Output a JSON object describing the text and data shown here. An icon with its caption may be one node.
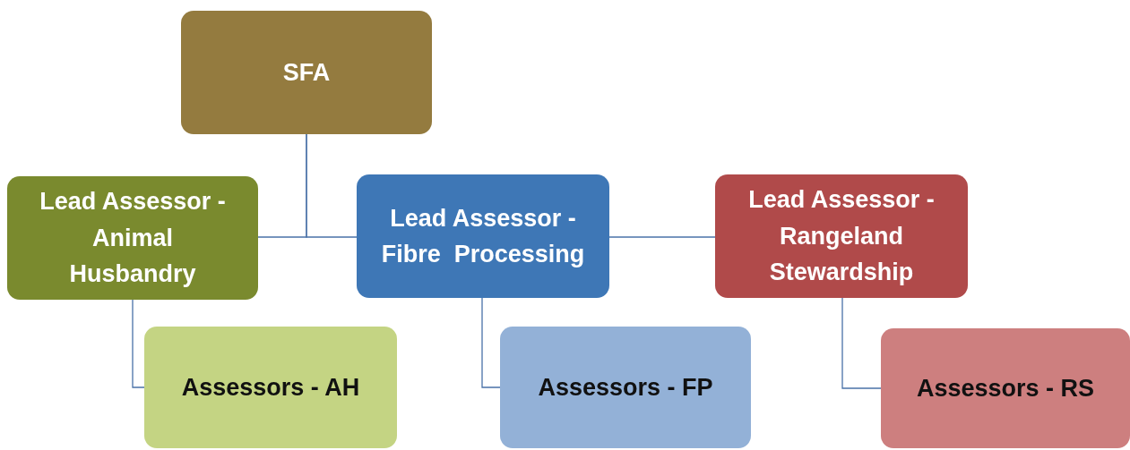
{
  "diagram": {
    "nodes": [
      {
        "text": [
          "SFA"
        ]
      },
      {
        "text": [
          "Lead Assessor - Animal Husbandry"
        ]
      },
      {
        "text": [
          "Lead Assessor - Fibre  Processing"
        ]
      },
      {
        "text": [
          "Lead Assessor - Rangeland Stewardship"
        ]
      },
      {
        "text": [
          "Assessors - AH"
        ]
      },
      {
        "text": [
          "Assessors - FP"
        ]
      },
      {
        "text": [
          "Assessors - RS"
        ]
      }
    ],
    "edges": [
      {
        "from": 0,
        "to": 1,
        "arrow": "none"
      },
      {
        "from": 0,
        "to": 2,
        "arrow": "none"
      },
      {
        "from": 2,
        "to": 3,
        "arrow": "none"
      },
      {
        "from": 1,
        "to": 4,
        "arrow": "none"
      },
      {
        "from": 2,
        "to": 5,
        "arrow": "none"
      },
      {
        "from": 3,
        "to": 6,
        "arrow": "none"
      }
    ]
  }
}
